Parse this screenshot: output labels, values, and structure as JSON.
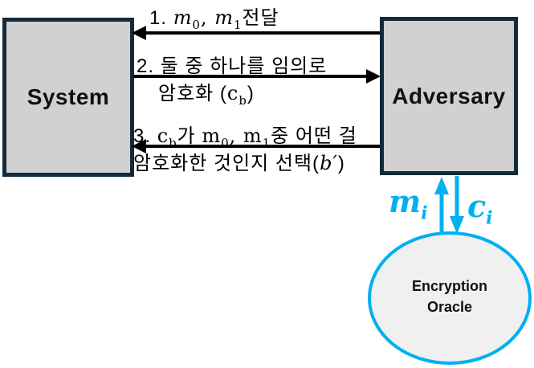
{
  "colors": {
    "box_border": "#122b3c",
    "box_fill": "#d1d1d1",
    "oracle_border": "#00b0f0",
    "oracle_fill": "#f0f0f0",
    "arrow_black": "#000000",
    "cyan_accent": "#00b0f0"
  },
  "nodes": {
    "system": {
      "label": "System"
    },
    "adversary": {
      "label": "Adversary"
    },
    "oracle": {
      "line1": "Encryption",
      "line2": "Oracle"
    }
  },
  "messages": {
    "msg1": {
      "segments": [
        {
          "t": "1. "
        },
        {
          "t": "m",
          "s": "mi"
        },
        {
          "t": "0",
          "s": "sub"
        },
        {
          "t": ", ",
          "s": "mr"
        },
        {
          "t": "m",
          "s": "mi"
        },
        {
          "t": "1",
          "s": "sub"
        },
        {
          "t": "전달"
        }
      ]
    },
    "msg2_line1": {
      "segments": [
        {
          "t": "2. 둘 중 하나를 임의로"
        }
      ]
    },
    "msg2_line2": {
      "segments": [
        {
          "t": "암호화 ("
        },
        {
          "t": "c",
          "s": "mr"
        },
        {
          "t": "b",
          "s": "sub"
        },
        {
          "t": ")"
        }
      ]
    },
    "msg3_line1": {
      "segments": [
        {
          "t": "3. "
        },
        {
          "t": "c",
          "s": "mr"
        },
        {
          "t": "b",
          "s": "sub"
        },
        {
          "t": "가 "
        },
        {
          "t": "m",
          "s": "mr"
        },
        {
          "t": "0",
          "s": "sub"
        },
        {
          "t": ", ",
          "s": "mr"
        },
        {
          "t": "m",
          "s": "mr"
        },
        {
          "t": "1",
          "s": "sub"
        },
        {
          "t": "중 어떤 걸"
        }
      ]
    },
    "msg3_line2": {
      "segments": [
        {
          "t": "암호화한 것인지 선택("
        },
        {
          "t": "b′",
          "s": "mi"
        },
        {
          "t": ")"
        }
      ]
    }
  },
  "oracle_io": {
    "query": {
      "segments": [
        {
          "t": "m",
          "s": "mi"
        },
        {
          "t": "i",
          "s": "subi"
        }
      ]
    },
    "response": {
      "segments": [
        {
          "t": "c",
          "s": "mi"
        },
        {
          "t": "i",
          "s": "subi"
        }
      ]
    }
  }
}
